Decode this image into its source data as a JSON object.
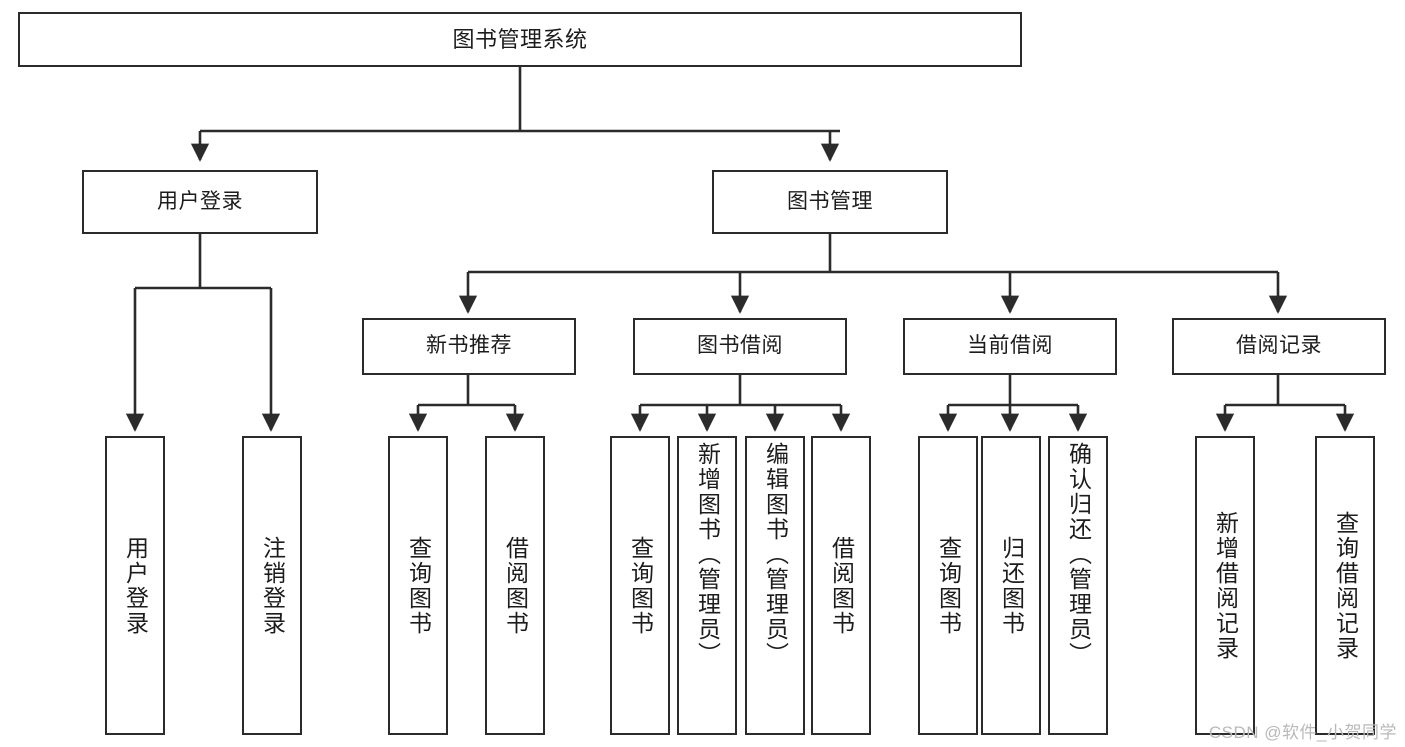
{
  "diagram": {
    "title": "图书管理系统",
    "watermark": "CSDN @软件_小贺同学",
    "colors": {
      "box_border": "#2b2b2b",
      "box_fill": "#ffffff",
      "connector": "#2b2b2b",
      "text": "#1c1c1c",
      "watermark": "#b9b9b9",
      "background": "#ffffff"
    },
    "root": {
      "label": "图书管理系统"
    },
    "level2": [
      {
        "label": "用户登录"
      },
      {
        "label": "图书管理"
      }
    ],
    "level3": [
      {
        "label": "新书推荐"
      },
      {
        "label": "图书借阅"
      },
      {
        "label": "当前借阅"
      },
      {
        "label": "借阅记录"
      }
    ],
    "leaves": {
      "user_login": [
        {
          "label": "用户登录"
        },
        {
          "label": "注销登录"
        }
      ],
      "new_book_recommend": [
        {
          "label": "查询图书"
        },
        {
          "label": "借阅图书"
        }
      ],
      "book_borrow": [
        {
          "label": "查询图书"
        },
        {
          "label": "新增图书（管理员）"
        },
        {
          "label": "编辑图书（管理员）"
        },
        {
          "label": "借阅图书"
        }
      ],
      "current_borrow": [
        {
          "label": "查询图书"
        },
        {
          "label": "归还图书"
        },
        {
          "label": "确认归还（管理员）"
        }
      ],
      "borrow_record": [
        {
          "label": "新增借阅记录"
        },
        {
          "label": "查询借阅记录"
        }
      ]
    }
  }
}
